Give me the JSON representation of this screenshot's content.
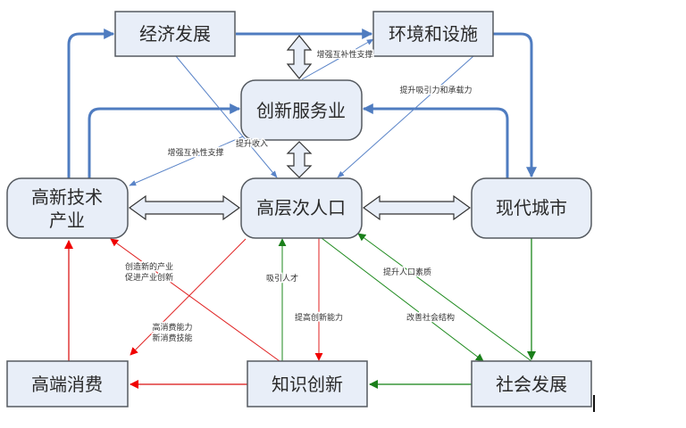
{
  "diagram": {
    "nodes": {
      "economic_development": "经济发展",
      "environment_facilities": "环境和设施",
      "innovative_services": "创新服务业",
      "high_tech_industry_line1": "高新技术",
      "high_tech_industry_line2": "产业",
      "high_level_population": "高层次人口",
      "modern_city": "现代城市",
      "high_end_consumption": "高端消费",
      "knowledge_innovation": "知识创新",
      "social_development": "社会发展"
    },
    "edge_labels": {
      "enhance_complementarity_top": "增强互补性支撑",
      "enhance_complementarity_left": "增强互补性支撑",
      "raise_income": "提升收入",
      "raise_attraction_capacity": "提升吸引力和承载力",
      "create_new_industry_line1": "创造新的产业",
      "create_new_industry_line2": "促进产业创新",
      "high_consumption_line1": "高消费能力",
      "high_consumption_line2": "新消费技能",
      "attract_talent": "吸引人才",
      "improve_innovation": "提高创新能力",
      "improve_population_quality": "提升人口素质",
      "improve_social_structure": "改善社会结构"
    },
    "colors": {
      "box_fill": "#E8EEF8",
      "box_border": "#555a60",
      "blue": "#4F7CC0",
      "red": "#E02020",
      "green": "#1E8A1E"
    }
  }
}
